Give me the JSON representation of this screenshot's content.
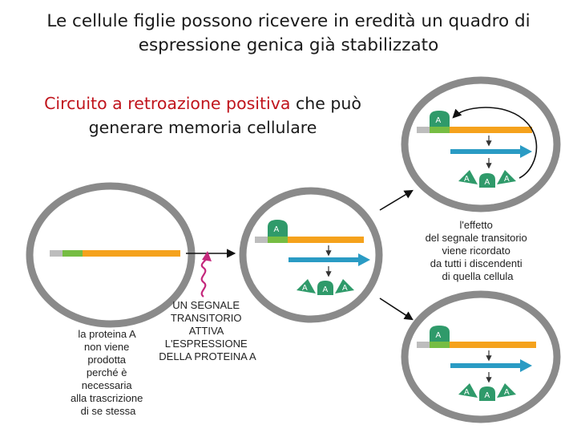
{
  "title": {
    "line1": "Le cellule figlie possono ricevere in eredità un quadro di",
    "line2": "espressione genica già stabilizzato"
  },
  "subtitle": {
    "highlight": "Circuito a retroazione positiva",
    "rest_line1": " che può",
    "line2": "generare memoria cellulare"
  },
  "protein_letter": "A",
  "labels": {
    "signal": [
      "UN SEGNALE",
      "TRANSITORIO",
      "ATTIVA",
      "L'ESPRESSIONE",
      "DELLA PROTEINA A"
    ],
    "not_produced": [
      "la proteina A",
      "non viene",
      "prodotta",
      "perché è",
      "necessaria",
      "alla trascrizione",
      "di se stessa"
    ],
    "memory": [
      "l'effetto",
      "del segnale transitorio",
      "viene ricordato",
      "da tutti i discendenti",
      "di quella cellula"
    ]
  },
  "colors": {
    "accent_red": "#c0141c",
    "cell_ring": "#8a8a8a",
    "dna_orange": "#f5a21c",
    "promoter_green": "#76bd43",
    "protein_green": "#2f9a6a",
    "mrna_blue": "#2a9bc4",
    "signal_magenta": "#c4287c"
  }
}
